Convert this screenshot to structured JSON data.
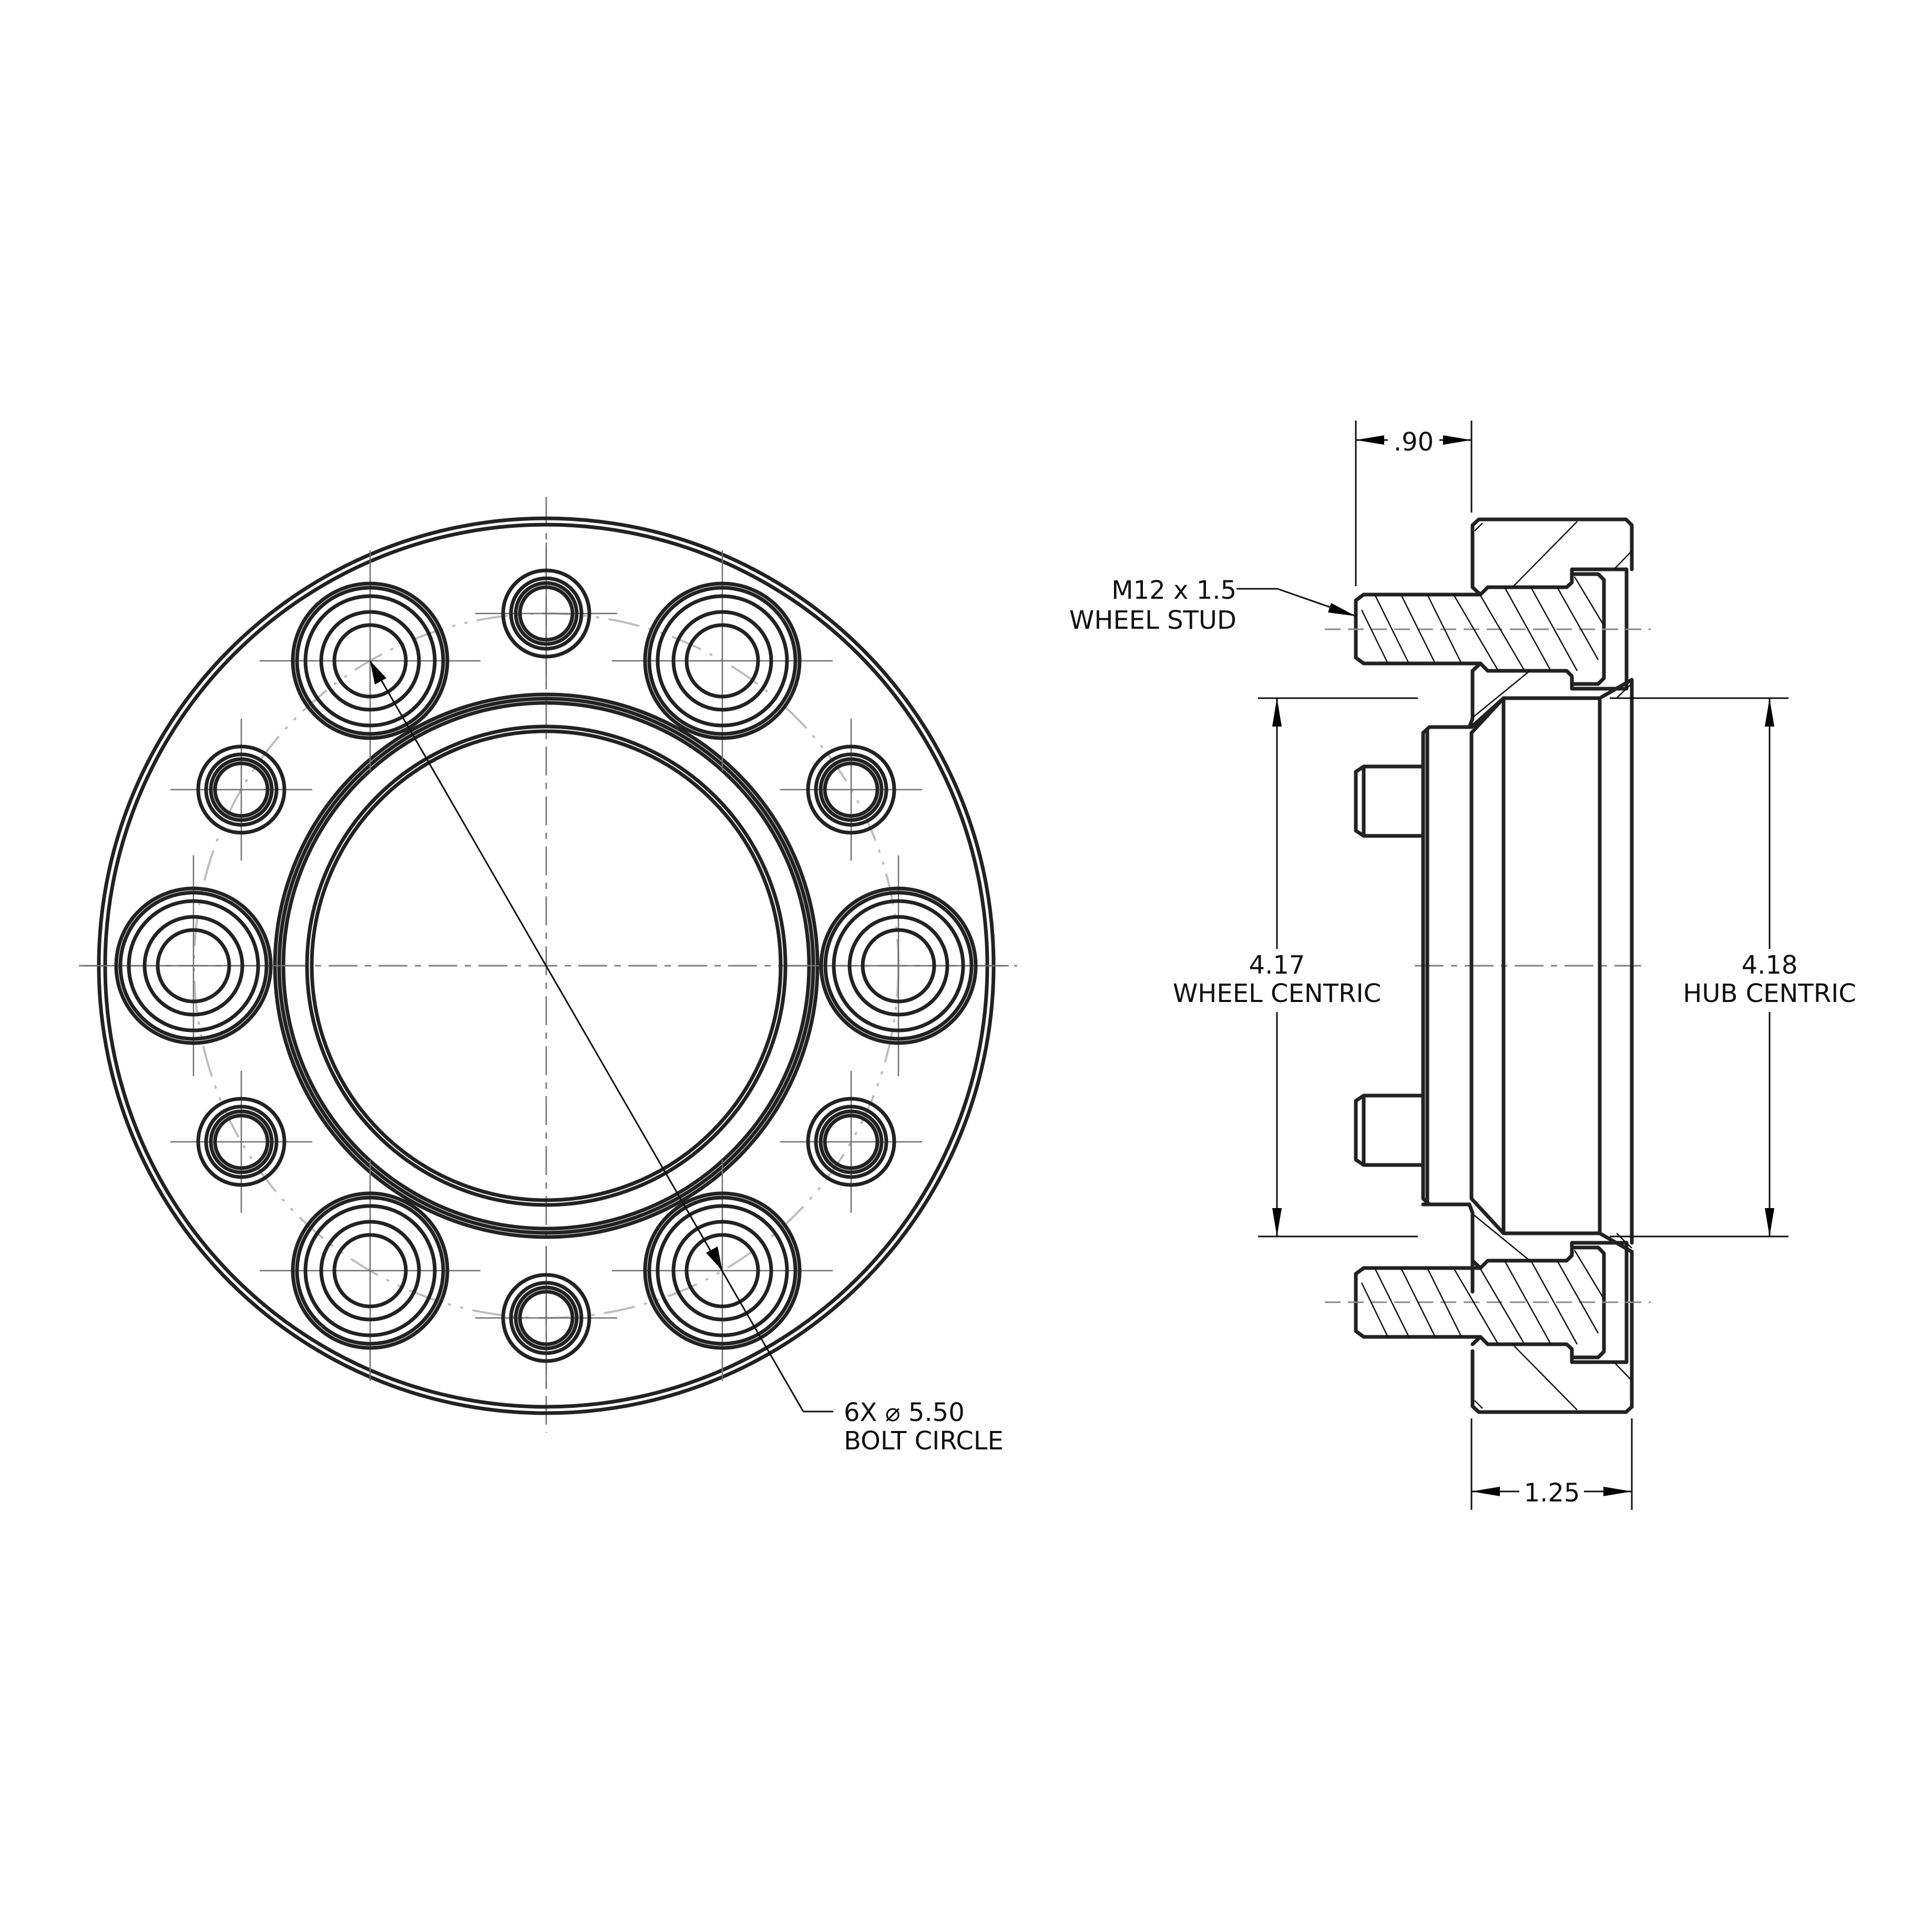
{
  "drawing": {
    "title": "Wheel Spacer Technical Drawing",
    "views": [
      "front-view",
      "side-section-view"
    ],
    "colors": {
      "line": "#222222",
      "centerline": "#808080",
      "bolt_circle": "#bdbdbd",
      "background": "#ffffff"
    }
  },
  "front_view": {
    "bolt_circle_callout": {
      "line1_prefix": "6X",
      "diameter_symbol": "⌀",
      "line1_value": "5.50",
      "line2": "BOLT CIRCLE"
    },
    "large_holes": 6,
    "small_holes": 6
  },
  "side_view": {
    "stud_callout": {
      "line1": "M12 x 1.5",
      "line2": "WHEEL STUD"
    },
    "dim_stud_protrusion": ".90",
    "dim_thickness": "1.25",
    "dim_wheel_centric": {
      "value": "4.17",
      "label": "WHEEL CENTRIC"
    },
    "dim_hub_centric": {
      "value": "4.18",
      "label": "HUB CENTRIC"
    }
  }
}
